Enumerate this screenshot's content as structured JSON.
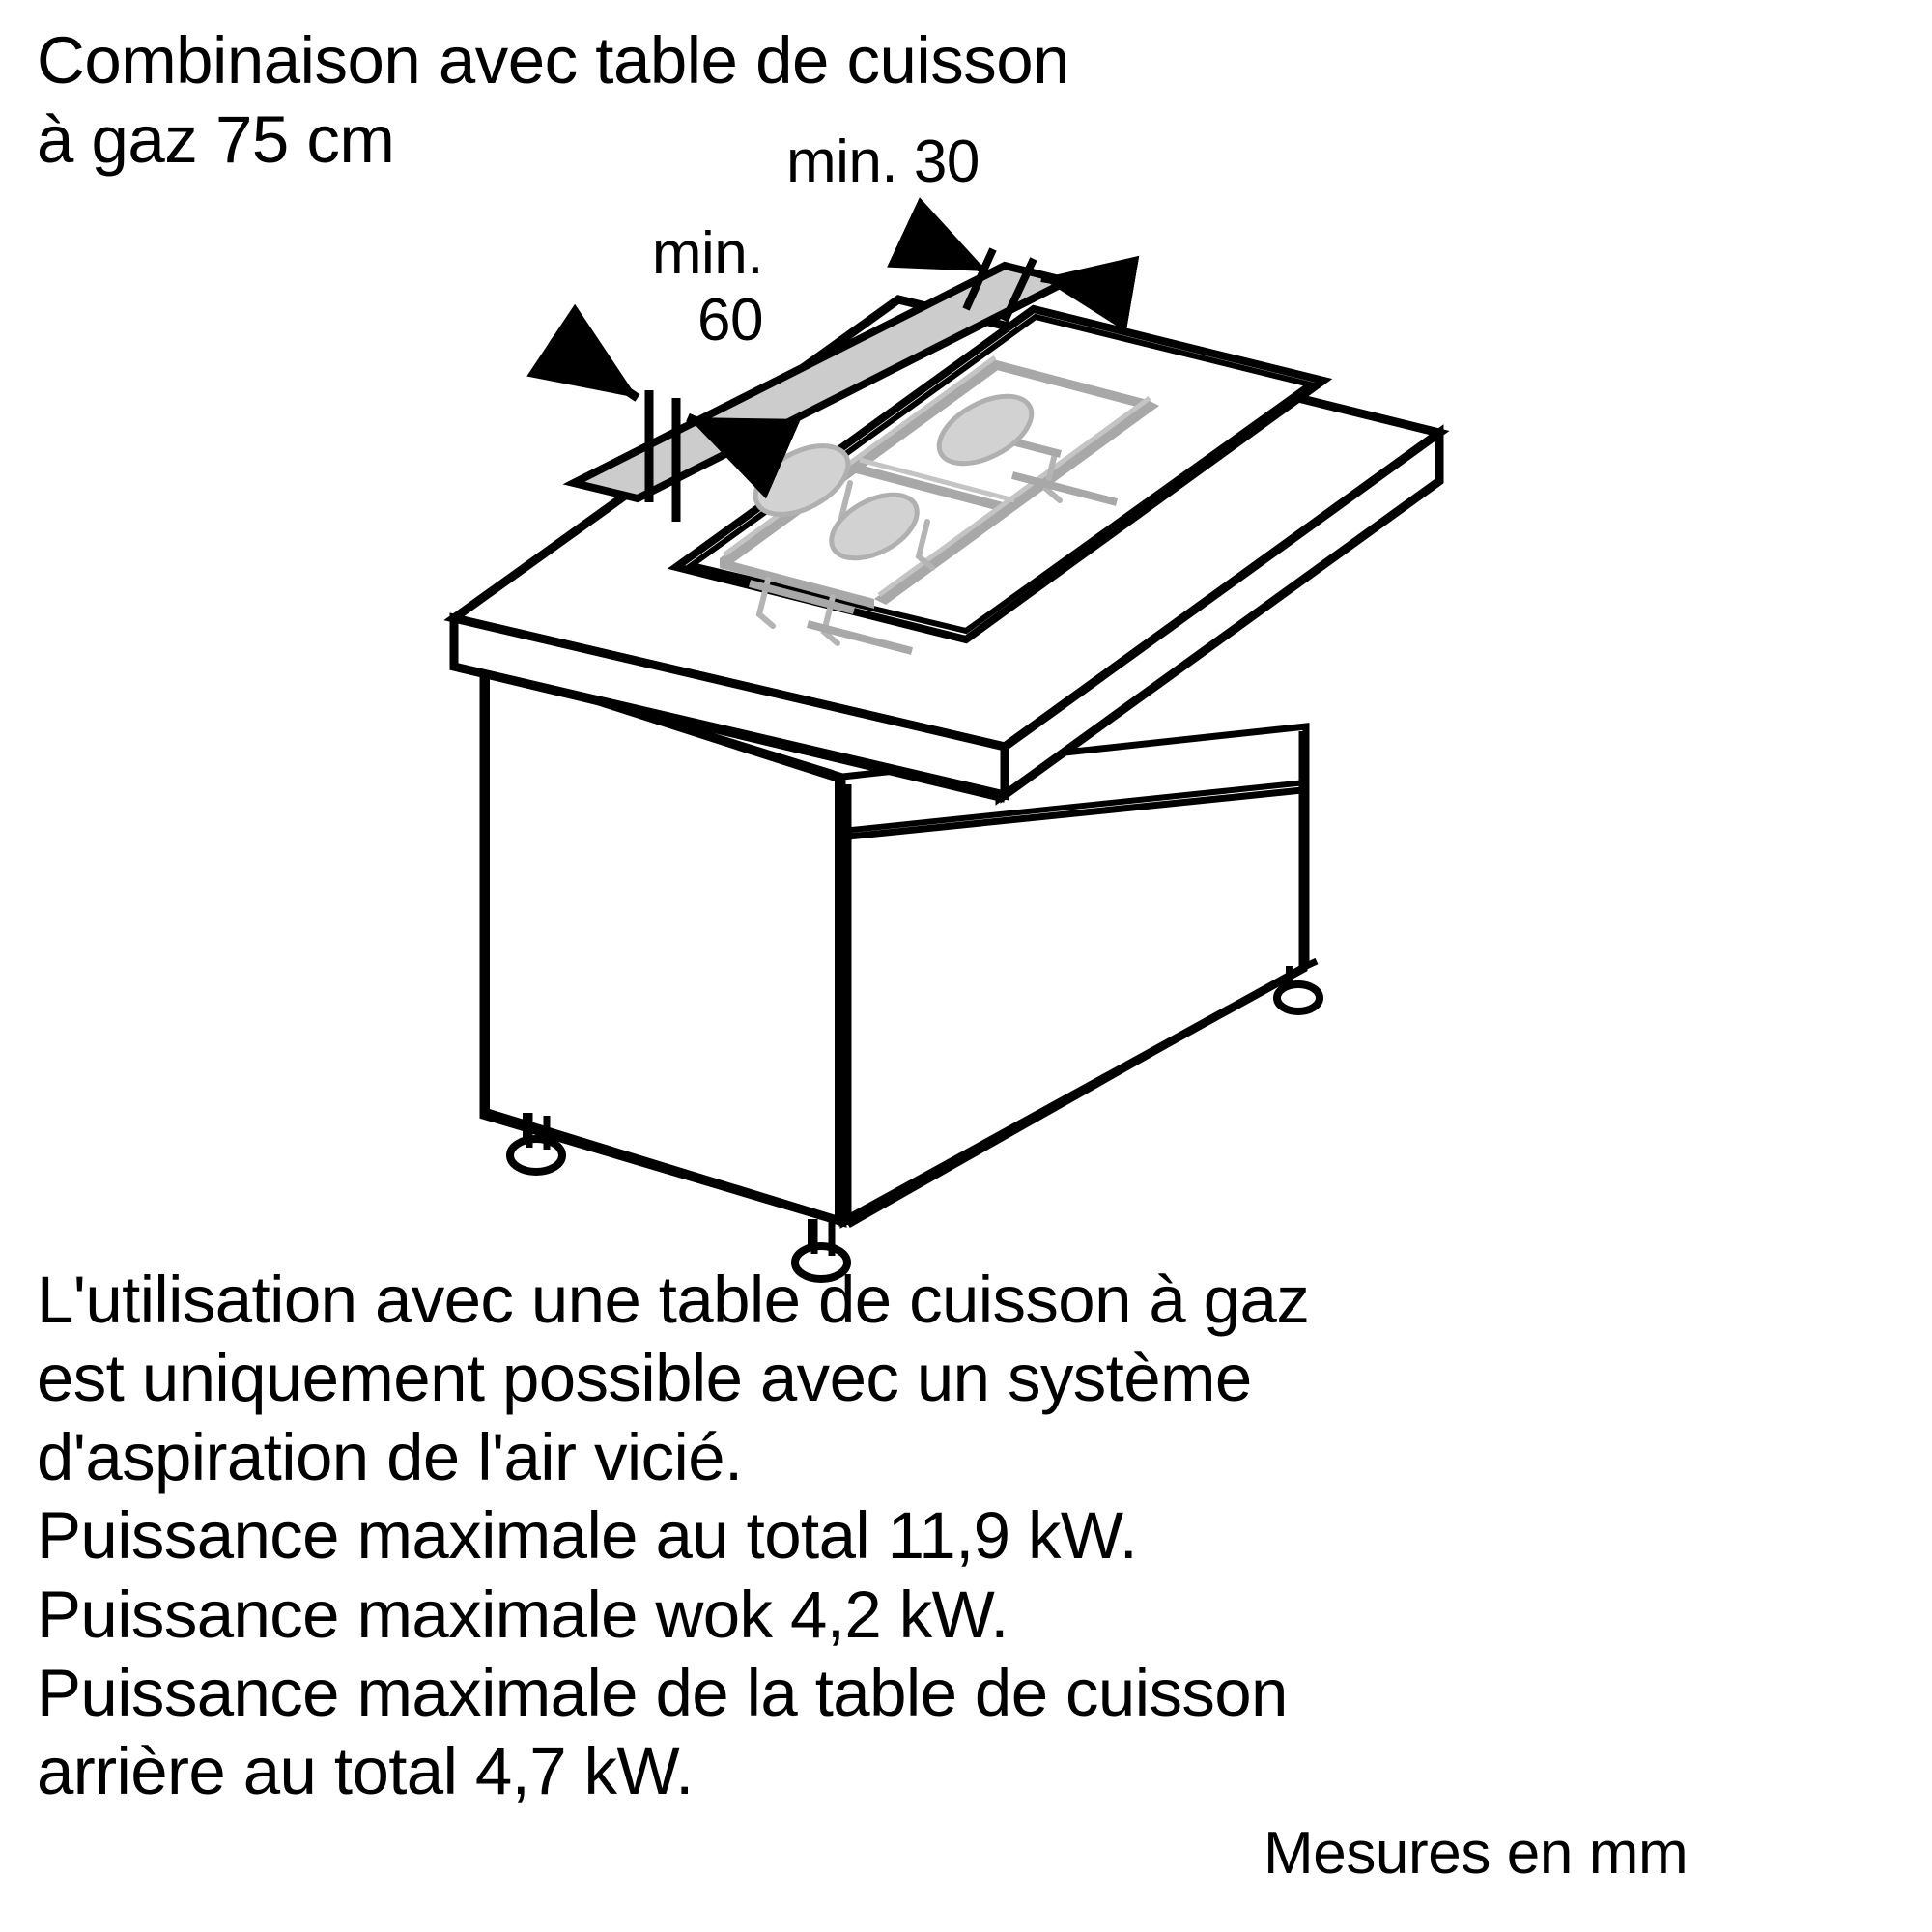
{
  "title": "Combinaison avec table de cuisson\nà gaz 75 cm",
  "dimensions": {
    "min_30_label": "min. 30",
    "min_60_label": "min.\n60"
  },
  "notes": "L'utilisation avec une table de cuisson à gaz\nest uniquement possible avec un système\nd'aspiration de l'air vicié.\nPuissance maximale au total 11,9 kW.\nPuissance maximale wok 4,2 kW.\nPuissance maximale de la table de cuisson\narrière au total 4,7 kW.",
  "measure_note": "Mesures en mm",
  "colors": {
    "outline": "#000000",
    "extraction_strip": "#cccccc",
    "grate": "#a8a8a8",
    "grate_light": "#c4c4c4",
    "burner_cap": "#d2d2d2",
    "background": "#ffffff"
  },
  "diagram": {
    "name": "gas-hob-downdraft-worktop-isometric",
    "parts": [
      "worktop",
      "extraction-strip",
      "hob-cutout",
      "gas-burner-grates",
      "burner-caps",
      "cabinet-carcass",
      "adjustable-feet",
      "dimension-arrows"
    ]
  }
}
